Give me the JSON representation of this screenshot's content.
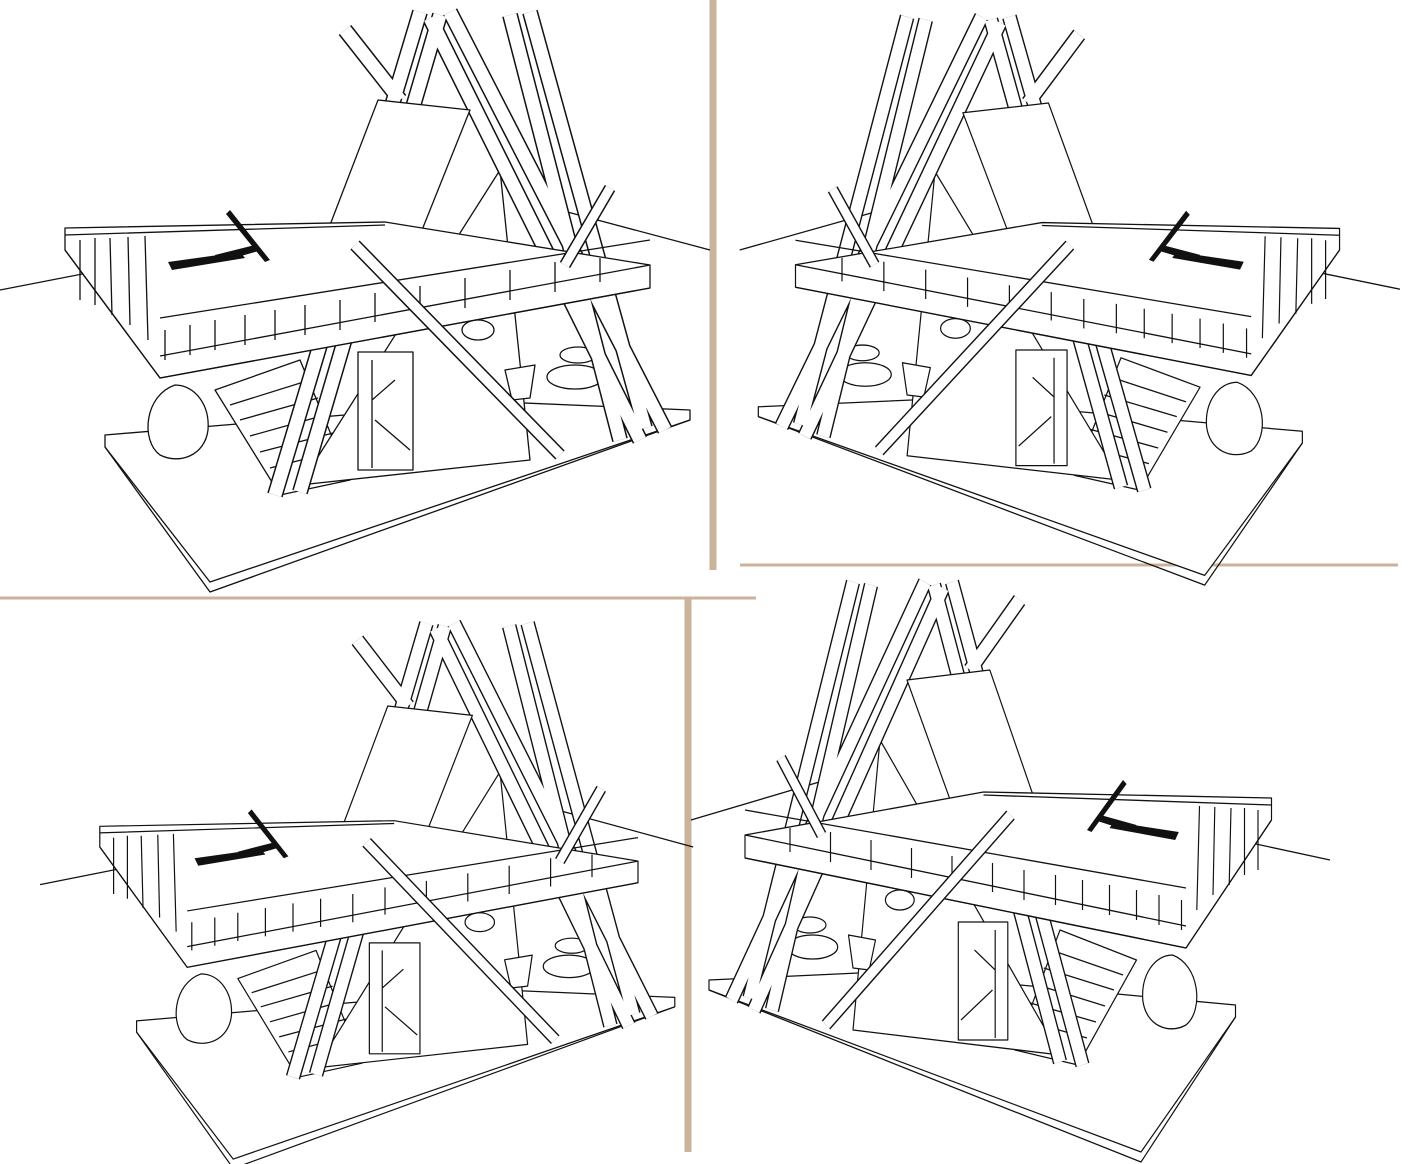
{
  "image": {
    "description_type": "architectural line drawing",
    "views": [
      {
        "id": "view-top-left"
      },
      {
        "id": "view-top-right"
      },
      {
        "id": "view-bottom-left"
      },
      {
        "id": "view-bottom-right"
      }
    ]
  },
  "colors": {
    "background": "#ffffff",
    "line": "#111111",
    "divider": "#c9b39a"
  }
}
